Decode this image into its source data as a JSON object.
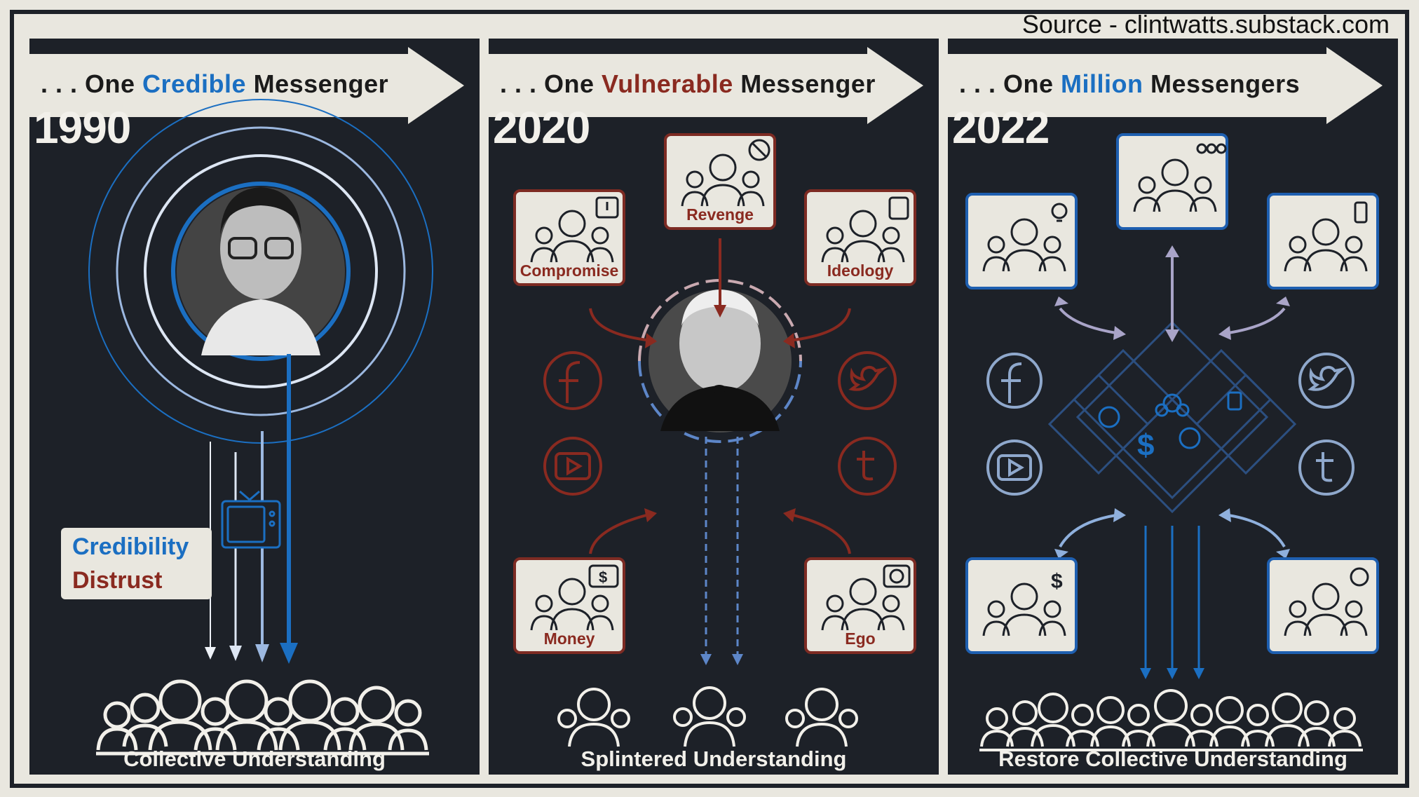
{
  "source": "Source - clintwatts.substack.com",
  "colors": {
    "blue": "#1b6fc2",
    "red": "#8a2a20",
    "panel": "#1d2128",
    "cream": "#e9e7df"
  },
  "panels": [
    {
      "banner": {
        "prefix": ". . . One ",
        "highlight": "Credible",
        "suffix": " Messenger"
      },
      "year": "1990",
      "legend": {
        "credibility": "Credibility",
        "distrust": "Distrust"
      },
      "caption": "Collective Understanding"
    },
    {
      "banner": {
        "prefix": ". . . One ",
        "highlight": "Vulnerable",
        "suffix": " Messenger"
      },
      "year": "2020",
      "cards": {
        "compromise": "Compromise",
        "revenge": "Revenge",
        "ideology": "Ideology",
        "money": "Money",
        "ego": "Ego"
      },
      "caption": "Splintered Understanding"
    },
    {
      "banner": {
        "prefix": ". . . One ",
        "highlight": "Million",
        "suffix": " Messengers"
      },
      "year": "2022",
      "caption": "Restore Collective Understanding"
    }
  ]
}
